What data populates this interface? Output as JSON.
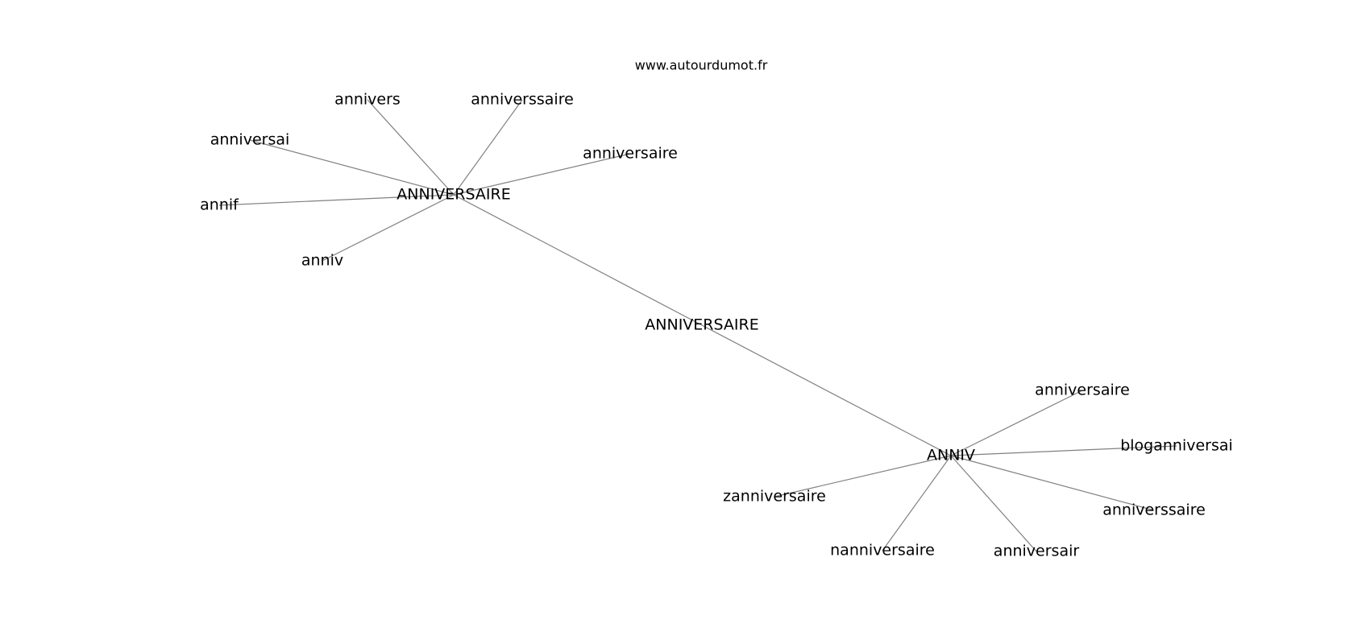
{
  "site": "www.autourdumot.fr",
  "graph": {
    "center": {
      "id": "root",
      "label": "ANNIVERSAIRE"
    },
    "nodes": [
      {
        "id": "hub-anniversaire",
        "label": "ANNIVERSAIRE"
      },
      {
        "id": "hub-anniv",
        "label": "ANNIV"
      },
      {
        "id": "n-annivers",
        "label": "annivers"
      },
      {
        "id": "n-anniverssaire-1",
        "label": "anniverssaire"
      },
      {
        "id": "n-anniversaire-1",
        "label": "anniversaire"
      },
      {
        "id": "n-anniversai",
        "label": "anniversai"
      },
      {
        "id": "n-annif",
        "label": "annif"
      },
      {
        "id": "n-anniv",
        "label": "anniv"
      },
      {
        "id": "n-anniversaire-2",
        "label": "anniversaire"
      },
      {
        "id": "n-bloganniversai",
        "label": "bloganniversai"
      },
      {
        "id": "n-anniverssaire-2",
        "label": "anniverssaire"
      },
      {
        "id": "n-anniversair",
        "label": "anniversair"
      },
      {
        "id": "n-nanniversaire",
        "label": "nanniversaire"
      },
      {
        "id": "n-zanniversaire",
        "label": "zanniversaire"
      }
    ],
    "edges": [
      [
        "root",
        "hub-anniversaire"
      ],
      [
        "root",
        "hub-anniv"
      ],
      [
        "hub-anniversaire",
        "n-annivers"
      ],
      [
        "hub-anniversaire",
        "n-anniverssaire-1"
      ],
      [
        "hub-anniversaire",
        "n-anniversaire-1"
      ],
      [
        "hub-anniversaire",
        "n-anniversai"
      ],
      [
        "hub-anniversaire",
        "n-annif"
      ],
      [
        "hub-anniversaire",
        "n-anniv"
      ],
      [
        "hub-anniv",
        "n-anniversaire-2"
      ],
      [
        "hub-anniv",
        "n-bloganniversai"
      ],
      [
        "hub-anniv",
        "n-anniverssaire-2"
      ],
      [
        "hub-anniv",
        "n-anniversair"
      ],
      [
        "hub-anniv",
        "n-nanniversaire"
      ],
      [
        "hub-anniv",
        "n-zanniversaire"
      ]
    ]
  }
}
